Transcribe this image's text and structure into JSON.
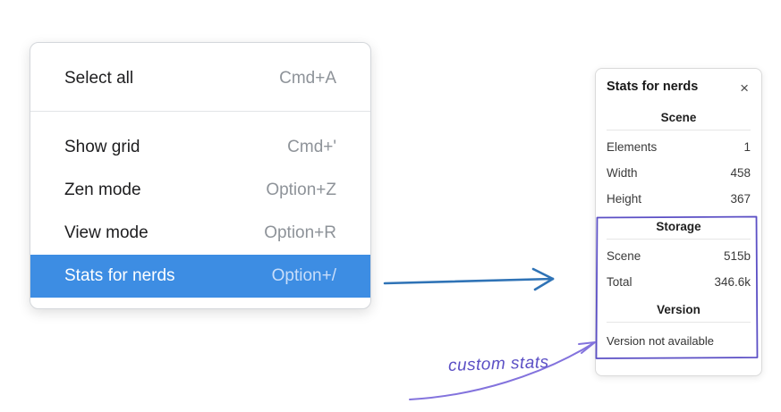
{
  "menu": {
    "items": [
      {
        "label": "Select all",
        "shortcut": "Cmd+A"
      },
      {
        "label": "Show grid",
        "shortcut": "Cmd+'"
      },
      {
        "label": "Zen mode",
        "shortcut": "Option+Z"
      },
      {
        "label": "View mode",
        "shortcut": "Option+R"
      },
      {
        "label": "Stats for nerds",
        "shortcut": "Option+/"
      }
    ],
    "selected_index": 4
  },
  "stats_panel": {
    "title": "Stats for nerds",
    "close_glyph": "×",
    "scene_section": {
      "heading": "Scene",
      "rows": [
        {
          "label": "Elements",
          "value": "1"
        },
        {
          "label": "Width",
          "value": "458"
        },
        {
          "label": "Height",
          "value": "367"
        }
      ]
    },
    "storage_section": {
      "heading": "Storage",
      "rows": [
        {
          "label": "Scene",
          "value": "515b"
        },
        {
          "label": "Total",
          "value": "346.6k"
        }
      ]
    },
    "version_section": {
      "heading": "Version",
      "note": "Version not available"
    }
  },
  "annotation": {
    "label": "custom stats"
  },
  "colors": {
    "menu-highlight": "#3d8de3",
    "menu-highlight-shortcut": "#c9defa",
    "menu-text": "#1d1d1f",
    "shortcut-gray": "#8e9399",
    "arrow-blue": "#2f73b6",
    "annotation-purple": "#5b4fc5",
    "annotation-arrow-purple": "#8373dd"
  }
}
